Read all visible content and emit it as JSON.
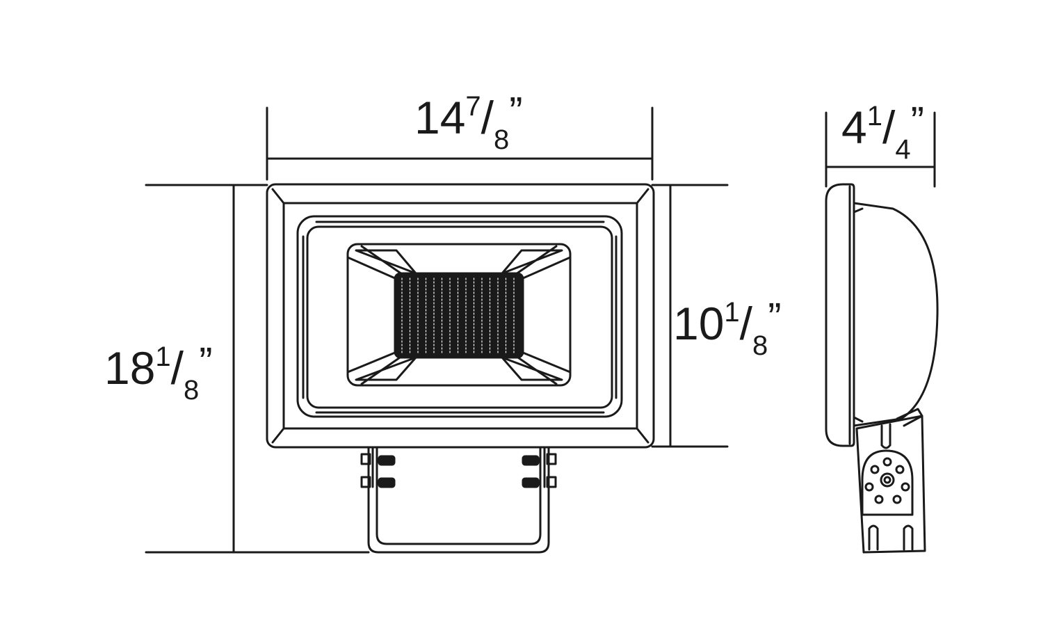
{
  "dimensions": {
    "width": {
      "whole": "14",
      "num": "7",
      "den": "8",
      "unit": "”"
    },
    "height_overall": {
      "whole": "18",
      "num": "1",
      "den": "8",
      "unit": "”"
    },
    "height_body": {
      "whole": "10",
      "num": "1",
      "den": "8",
      "unit": "”"
    },
    "depth": {
      "whole": "4",
      "num": "1",
      "den": "4",
      "unit": "”"
    }
  },
  "colors": {
    "line": "#1a1a1a",
    "background": "#ffffff"
  }
}
